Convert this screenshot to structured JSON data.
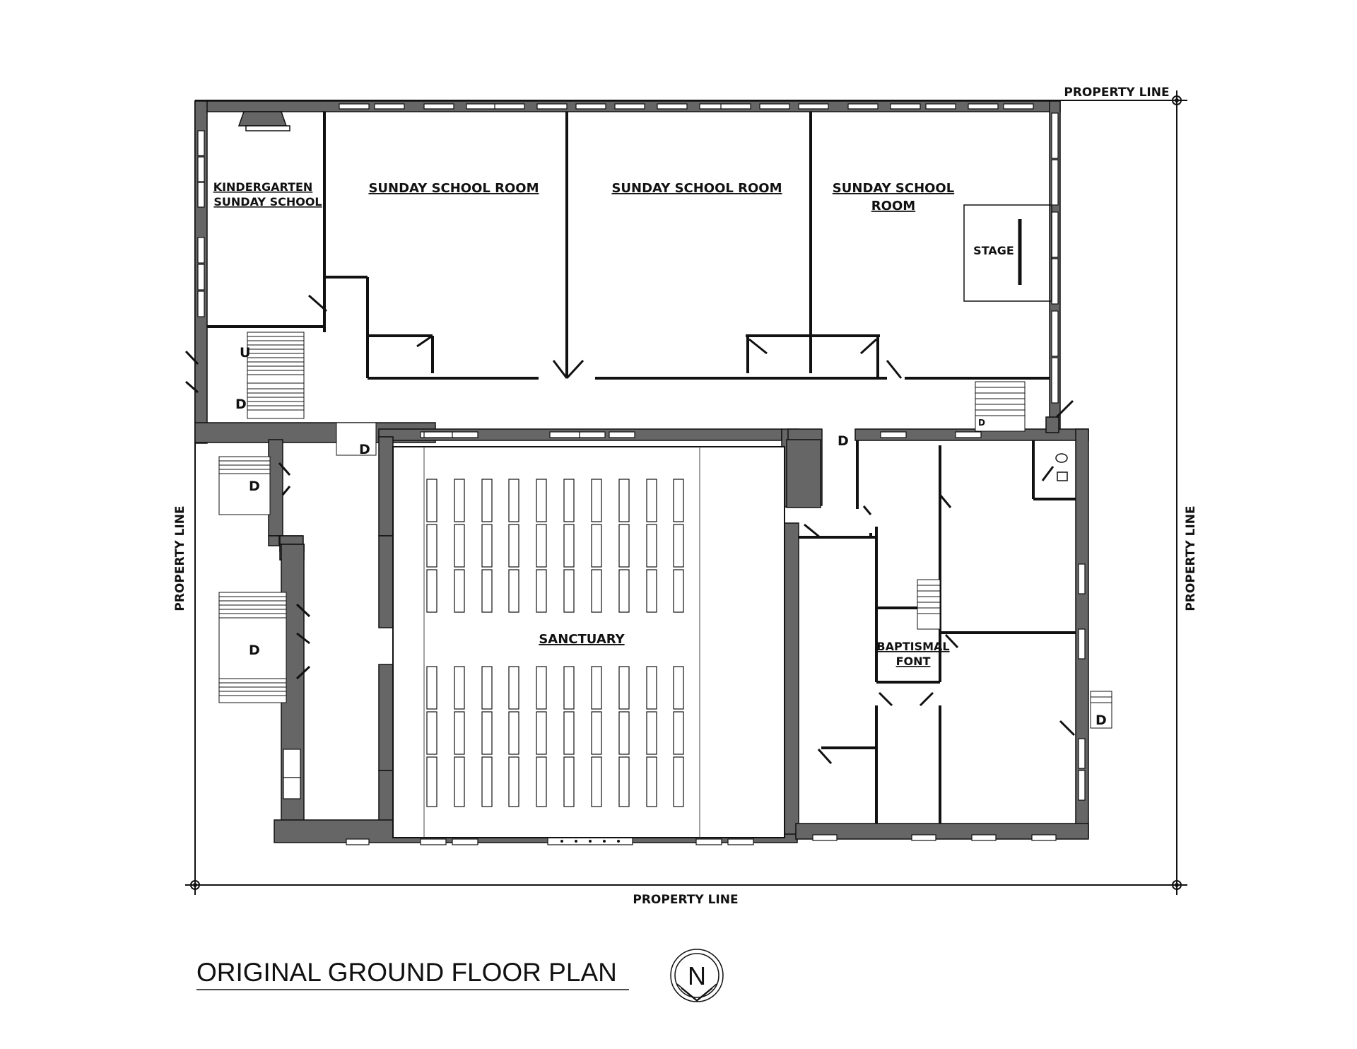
{
  "title": "ORIGINAL GROUND FLOOR PLAN",
  "north_arrow": "N",
  "property_line": {
    "top": "PROPERTY LINE",
    "bottom": "PROPERTY LINE",
    "left": "PROPERTY LINE",
    "right": "PROPERTY LINE"
  },
  "rooms": {
    "kindergarten_line1": "KINDERGARTEN",
    "kindergarten_line2": "SUNDAY SCHOOL",
    "sunday_school_1": "SUNDAY SCHOOL ROOM",
    "sunday_school_2": "SUNDAY SCHOOL ROOM",
    "sunday_school_3_line1": "SUNDAY SCHOOL",
    "sunday_school_3_line2": "ROOM",
    "stage": "STAGE",
    "sanctuary": "SANCTUARY",
    "baptismal_line1": "BAPTISMAL",
    "baptismal_line2": "FONT"
  },
  "stair_marks": {
    "up": "U",
    "down": "D"
  },
  "icons": [
    "north-arrow-icon",
    "property-corner-marker-icon"
  ],
  "colors": {
    "wall": "#666666",
    "line": "#111111",
    "background": "#ffffff"
  }
}
